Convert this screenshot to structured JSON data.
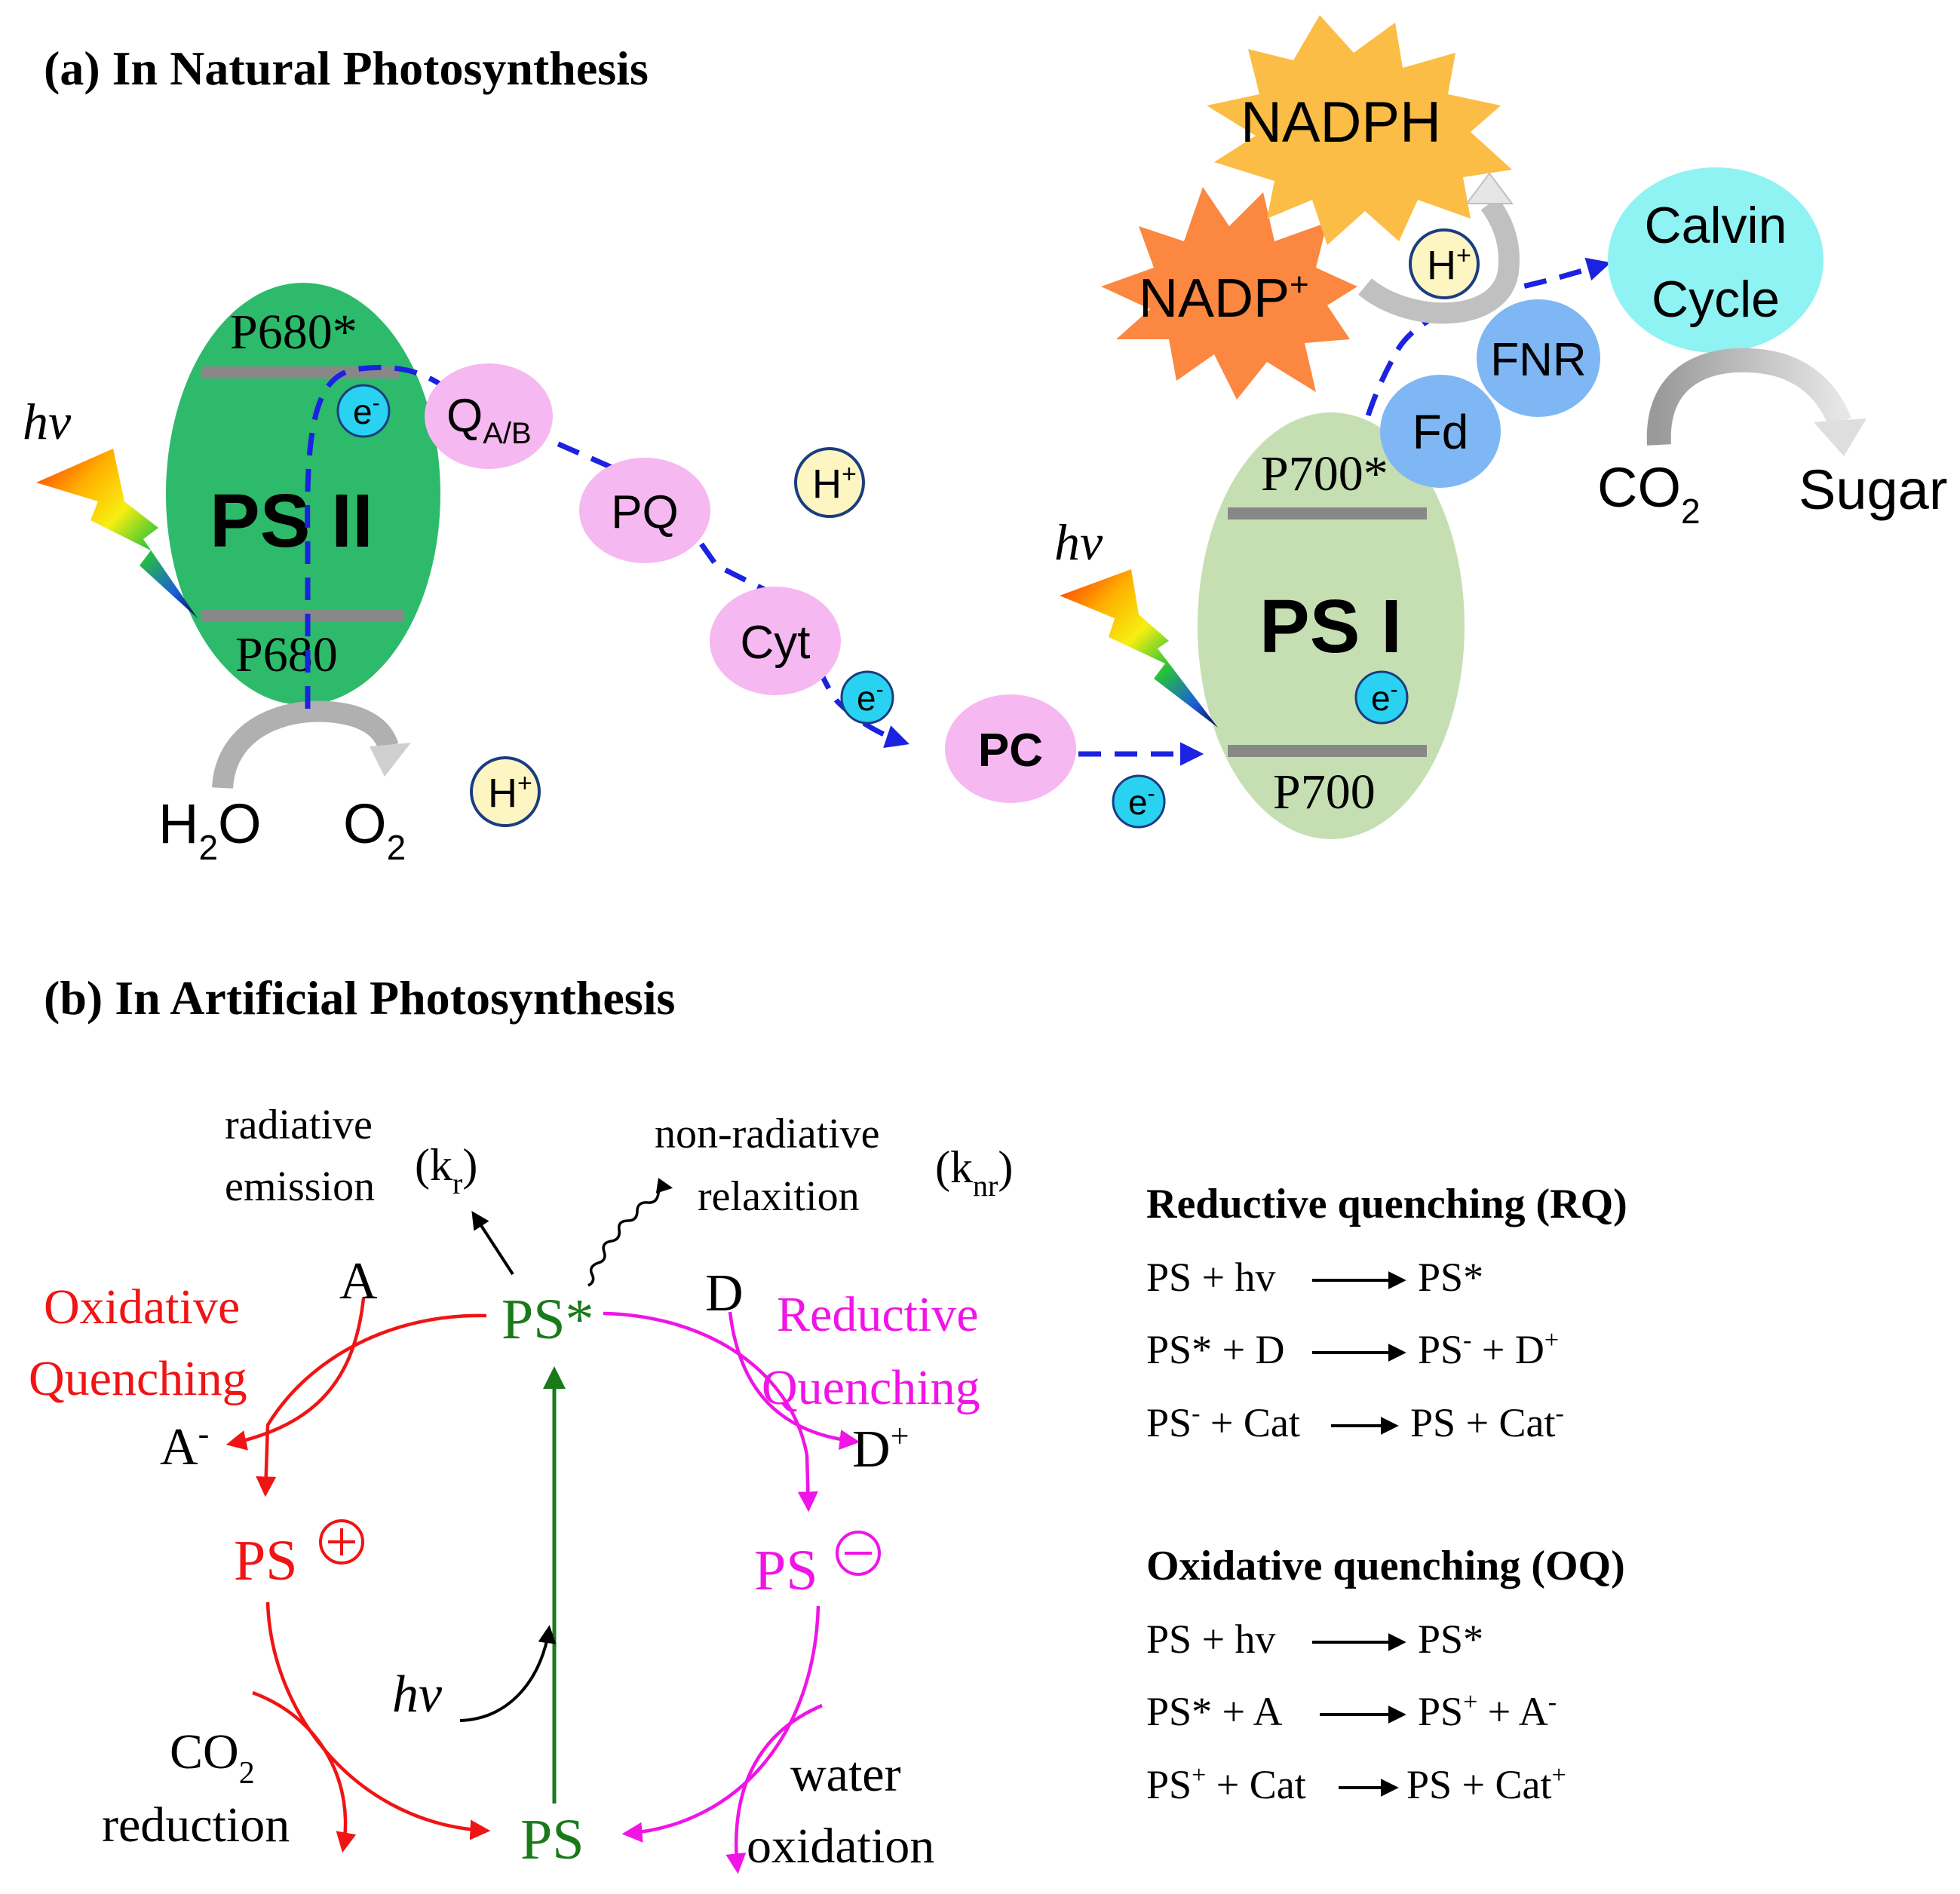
{
  "panel_a": {
    "title": "(a) In Natural Photosynthesis",
    "ps2": {
      "label": "PS II",
      "top": "P680*",
      "bottom": "P680"
    },
    "ps1": {
      "label": "PS I",
      "top": "P700*",
      "bottom": "P700"
    },
    "hv": "hv",
    "electron": "e",
    "electron_sup": "-",
    "proton": "H",
    "proton_sup": "+",
    "carriers": {
      "q_main": "Q",
      "q_sub": "A/B",
      "pq": "PQ",
      "cyt": "Cyt",
      "pc": "PC",
      "fd": "Fd",
      "fnr": "FNR"
    },
    "water": {
      "h": "H",
      "sub": "2",
      "o": "O"
    },
    "oxygen": {
      "o": "O",
      "sub": "2"
    },
    "nadp": {
      "main": "NADP",
      "sup": "+"
    },
    "nadph": "NADPH",
    "calvin": {
      "line1": "Calvin",
      "line2": "Cycle"
    },
    "co2": {
      "main": "CO",
      "sub": "2"
    },
    "sugar": "Sugar"
  },
  "panel_b": {
    "title": "(b) In Artificial Photosynthesis",
    "radiative": {
      "line1": "radiative",
      "line2": "emission",
      "rate": "(k",
      "rate_sub": "r",
      "rate_close": ")"
    },
    "nonradiative": {
      "line1": "non-radiative",
      "line2": "relaxition",
      "rate": "(k",
      "rate_sub": "nr",
      "rate_close": ")"
    },
    "ps_star": "PS*",
    "ps": "PS",
    "ps_plus": "PS",
    "ps_minus": "PS",
    "acceptor": "A",
    "acceptor_minus": "A",
    "acceptor_minus_sup": "-",
    "donor": "D",
    "donor_plus": "D",
    "donor_plus_sup": "+",
    "oxidative": {
      "line1": "Oxidative",
      "line2": "Quenching"
    },
    "reductive": {
      "line1": "Reductive",
      "line2": "Quenching"
    },
    "hv": "hv",
    "co2_reduction": {
      "line1": "CO",
      "sub": "2",
      "line2": "reduction"
    },
    "water_oxidation": {
      "line1": "water",
      "line2": "oxidation"
    }
  },
  "rq": {
    "title": "Reductive quenching (RQ)",
    "eq1": {
      "left": "PS + hv",
      "right": "PS*"
    },
    "eq2": {
      "left": "PS* + D",
      "right_a": "PS",
      "right_a_sup": "-",
      "right_b": " + D",
      "right_b_sup": "+"
    },
    "eq3": {
      "left_a": "PS",
      "left_a_sup": "-",
      "left_b": " + Cat",
      "right_a": "PS + Cat",
      "right_a_sup": "-"
    }
  },
  "oq": {
    "title": "Oxidative quenching (OQ)",
    "eq1": {
      "left": "PS + hv",
      "right": "PS*"
    },
    "eq2": {
      "left": "PS* + A",
      "right_a": "PS",
      "right_a_sup": "+",
      "right_b": " + A",
      "right_b_sup": "-"
    },
    "eq3": {
      "left_a": "PS",
      "left_a_sup": "+",
      "left_b": " + Cat",
      "right_a": "PS + Cat",
      "right_a_sup": "+"
    }
  },
  "colors": {
    "ps2_fill": "#2dba6b",
    "ps1_fill": "#c5dfb3",
    "carrier_pink": "#f6b8f0",
    "carrier_blue": "#7eb7f4",
    "calvin_fill": "#8ff2f3",
    "electron_fill": "#29d2f0",
    "proton_fill": "#fdf6c3",
    "electron_path": "#1b22e0",
    "nadph_fill": "#fbbd45",
    "nadp_fill": "#fb8740",
    "red": "#f01414",
    "magenta": "#f014e6",
    "green": "#1a7a1a"
  }
}
